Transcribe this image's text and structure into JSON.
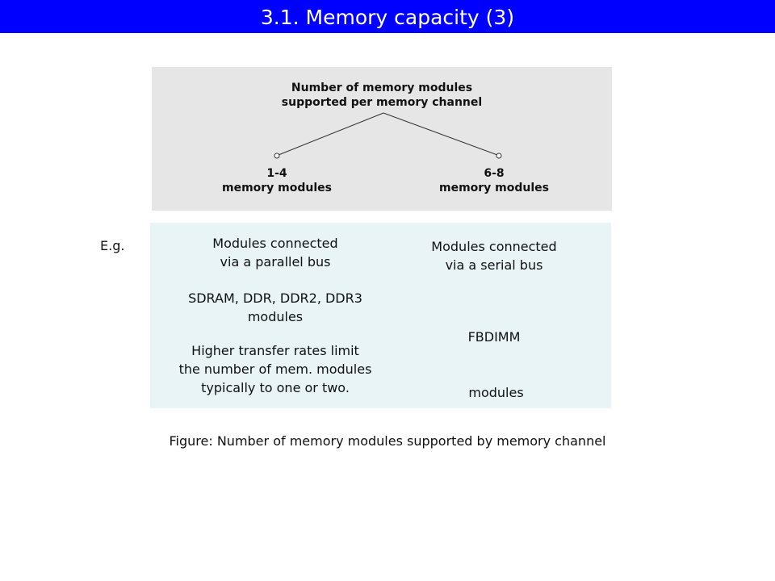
{
  "slide": {
    "title": "3.1.  Memory capacity (3)"
  },
  "tree": {
    "root_line1": "Number of memory modules",
    "root_line2": "supported per memory channel",
    "left_line1": "1-4",
    "left_line2": "memory modules",
    "right_line1": "6-8",
    "right_line2": "memory modules"
  },
  "examples": {
    "label": "E.g.",
    "left": {
      "bus_line1": "Modules connected",
      "bus_line2": "via a parallel bus",
      "types_line1": "SDRAM, DDR, DDR2, DDR3",
      "types_line2": "modules",
      "note_line1": "Higher transfer rates limit",
      "note_line2": "the number of mem. modules",
      "note_line3": "typically to one or two."
    },
    "right": {
      "bus_line1": "Modules connected",
      "bus_line2": "via a serial bus",
      "types_line1": "FBDIMM",
      "types_line2": " modules"
    }
  },
  "caption": "Figure: Number of memory modules supported  by memory channel"
}
